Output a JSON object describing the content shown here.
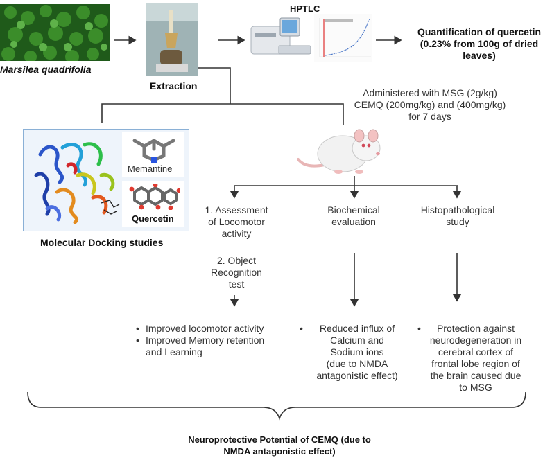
{
  "plant": {
    "caption": "Marsilea quadrifolia"
  },
  "extraction": {
    "caption": "Extraction"
  },
  "hptlc": {
    "caption": "HPTLC"
  },
  "quantification": {
    "line1": "Quantification of quercetin",
    "line2": "(0.23% from 100g of dried",
    "line3": "leaves)"
  },
  "dosing": {
    "line1": "Administered with MSG (2g/kg)",
    "line2": "CEMQ (200mg/kg) and (400mg/kg)",
    "line3": "for 7 days"
  },
  "docking": {
    "memantine": "Memantine",
    "quercetin": "Quercetin",
    "caption": "Molecular Docking studies"
  },
  "branches": {
    "locomotor": {
      "line1": "1. Assessment",
      "line2": "of Locomotor",
      "line3": "activity"
    },
    "object": {
      "line1": "2. Object",
      "line2": "Recognition",
      "line3": "test"
    },
    "biochem": {
      "line1": "Biochemical",
      "line2": "evaluation"
    },
    "histo": {
      "line1": "Histopathological",
      "line2": "study"
    }
  },
  "outcomes": {
    "behavior": {
      "b1": "Improved locomotor activity",
      "b2a": "Improved Memory retention",
      "b2b": "and Learning"
    },
    "biochem": {
      "l1": "Reduced influx of",
      "l2": "Calcium and",
      "l3": "Sodium ions",
      "l4": "(due to NMDA",
      "l5": "antagonistic effect)"
    },
    "histo": {
      "l1": "Protection against",
      "l2": "neurodegeneration in",
      "l3": "cerebral cortex of",
      "l4": "frontal lobe region of",
      "l5": "the brain caused due",
      "l6": "to MSG"
    }
  },
  "conclusion": {
    "line1": "Neuroprotective Potential of CEMQ (due to",
    "line2": "NMDA antagonistic effect)"
  }
}
